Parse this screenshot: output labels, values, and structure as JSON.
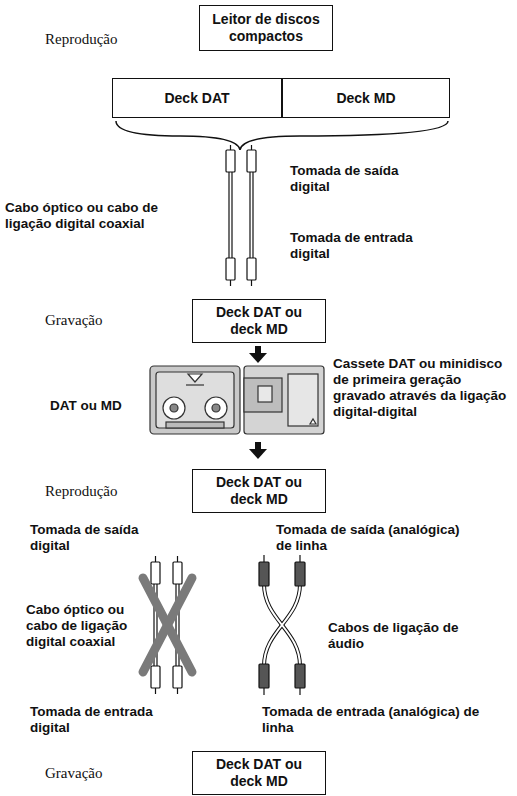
{
  "diagram": {
    "nodes": [
      {
        "text": [
          "Leitor de discos compactos"
        ]
      },
      {
        "text": [
          "Deck DAT"
        ]
      },
      {
        "text": [
          "Deck MD"
        ]
      },
      {
        "text": [
          "Deck DAT ou deck MD"
        ]
      },
      {
        "text": [
          "Deck DAT ou deck MD"
        ]
      },
      {
        "text": [
          "Deck DAT ou deck MD"
        ]
      }
    ],
    "labels": [
      "Reprodução",
      "Cabo óptico ou cabo de ligação digital coaxial",
      "Tomada de saída digital",
      "Tomada de entrada digital",
      "Gravação",
      "DAT ou MD",
      "Cassete DAT ou minidisco de primeira geração gravado através da ligação digital-digital",
      "Reprodução",
      "Tomada de saída digital",
      "Tomada de saída (analógica) de linha",
      "Cabo óptico ou cabo de ligação digital coaxial",
      "Cabos de ligação de áudio",
      "Tomada de entrada digital",
      "Tomada de entrada (analógica) de linha",
      "Gravação"
    ]
  }
}
